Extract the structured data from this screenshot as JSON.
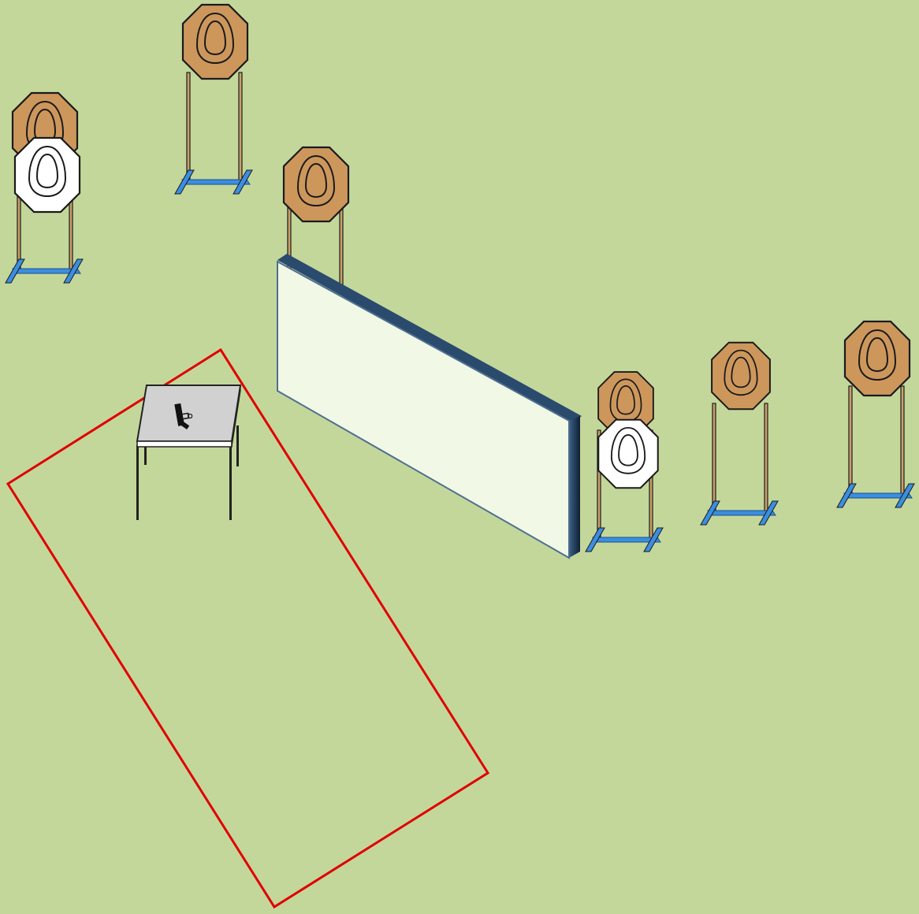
{
  "diagram": {
    "background_color": "#c3d79b",
    "colors": {
      "target_tan": "#cd975c",
      "target_white": "#ffffff",
      "target_outline": "#1a1a1a",
      "stand_base": "#3b8ee0",
      "stand_post": "#c9a06a",
      "shooting_box": "#e00000",
      "wall_face": "#f2f8e6",
      "wall_edge": "#1f3b5a",
      "table_top": "#d1d1d1"
    },
    "elements": {
      "shooting_box": "red-outlined-shooting-area",
      "table": "start-table",
      "pistol": "pistol-icon",
      "wall": "barrier-wall"
    },
    "targets": {
      "total_paper": 8,
      "tan_count": 6,
      "white_no_shoot_count": 2,
      "stands": 6
    }
  }
}
